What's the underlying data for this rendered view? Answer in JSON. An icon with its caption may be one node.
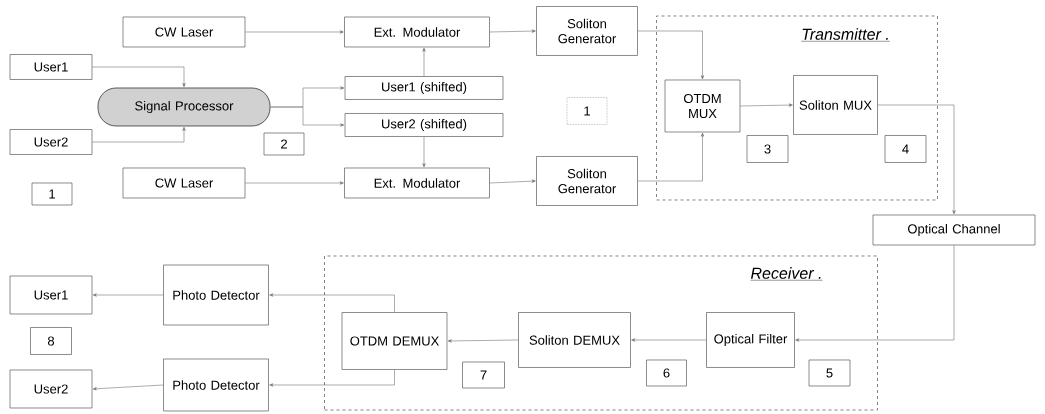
{
  "diagram": {
    "nodes": [
      {
        "text": [
          "CW Laser"
        ]
      },
      {
        "text": [
          "Ext. Modulator"
        ]
      },
      {
        "text": [
          "Soliton Generator"
        ]
      },
      {
        "text": [
          "Transmitter ."
        ]
      },
      {
        "text": [
          "User1"
        ]
      },
      {
        "text": [
          "Signal Processor"
        ]
      },
      {
        "text": [
          "User1 (shifted)"
        ]
      },
      {
        "text": [
          "User2 (shifted)"
        ]
      },
      {
        "text": [
          "1"
        ]
      },
      {
        "text": [
          "OTDM MUX"
        ],
        "in": 3
      },
      {
        "text": [
          "Soliton MUX"
        ],
        "in": 3
      },
      {
        "text": [
          "3"
        ],
        "in": 3
      },
      {
        "text": [
          "4"
        ],
        "in": 3
      },
      {
        "text": [
          "User2"
        ]
      },
      {
        "text": [
          "2"
        ]
      },
      {
        "text": [
          "CW Laser"
        ]
      },
      {
        "text": [
          "Ext. Modulator"
        ]
      },
      {
        "text": [
          "Soliton Generator"
        ]
      },
      {
        "text": [
          "1"
        ]
      },
      {
        "text": [
          "Optical Channel"
        ]
      },
      {
        "text": [
          "Receiver ."
        ]
      },
      {
        "text": [
          "Photo Detector"
        ]
      },
      {
        "text": [
          "User1"
        ]
      },
      {
        "text": [
          "OTDM DEMUX"
        ],
        "in": 20
      },
      {
        "text": [
          "Soliton DEMUX"
        ],
        "in": 20
      },
      {
        "text": [
          "Optical Filter"
        ],
        "in": 20
      },
      {
        "text": [
          "8"
        ]
      },
      {
        "text": [
          "7"
        ],
        "in": 20
      },
      {
        "text": [
          "6"
        ],
        "in": 20
      },
      {
        "text": [
          "5"
        ],
        "in": 20
      },
      {
        "text": [
          "User2"
        ]
      },
      {
        "text": [
          "Photo Detector"
        ]
      }
    ],
    "edges": [
      {
        "from": 0,
        "to": 1,
        "arrow": "to"
      },
      {
        "from": 4,
        "to": 5,
        "arrow": "to"
      },
      {
        "from": 13,
        "to": 5,
        "arrow": "to"
      },
      {
        "from": 5,
        "to": 6,
        "arrow": "to"
      },
      {
        "from": 5,
        "to": 7,
        "arrow": "to"
      },
      {
        "from": 6,
        "to": 1,
        "arrow": "to"
      },
      {
        "from": 7,
        "to": 16,
        "arrow": "to"
      },
      {
        "from": 15,
        "to": 16,
        "arrow": "to"
      },
      {
        "from": 1,
        "to": 2,
        "arrow": "to"
      },
      {
        "from": 16,
        "to": 17,
        "arrow": "to"
      },
      {
        "from": 2,
        "to": 9,
        "arrow": "to"
      },
      {
        "from": 17,
        "to": 9,
        "arrow": "to"
      },
      {
        "from": 9,
        "to": 10,
        "arrow": "to"
      },
      {
        "from": 10,
        "to": 19,
        "arrow": "to"
      },
      {
        "from": 19,
        "to": 25,
        "arrow": "to"
      },
      {
        "from": 25,
        "to": 24,
        "arrow": "to"
      },
      {
        "from": 24,
        "to": 23,
        "arrow": "to"
      },
      {
        "from": 23,
        "to": 21,
        "arrow": "to"
      },
      {
        "from": 23,
        "to": 31,
        "arrow": "to"
      },
      {
        "from": 21,
        "to": 22,
        "arrow": "to"
      },
      {
        "from": 31,
        "to": 30,
        "arrow": "to"
      }
    ]
  }
}
